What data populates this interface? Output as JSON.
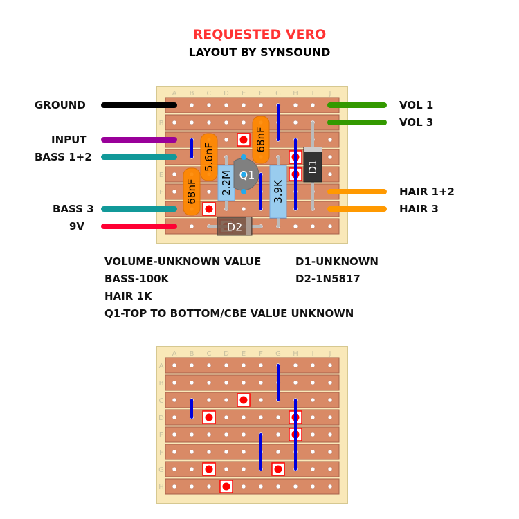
{
  "header": {
    "title": "REQUESTED VERO",
    "subtitle": "LAYOUT BY SYNSOUND"
  },
  "colors": {
    "board": "#f9e8b8",
    "board_border": "#d6c890",
    "strip": "#d98a66",
    "strip_border": "#a8604a",
    "hole": "#ffffff",
    "cut_marker": "#ff0000",
    "link": "#0000dd",
    "capacitor": "#ff8800",
    "resistor": "#99ccee",
    "transistor": "#808080",
    "transistor_pin": "#22aaee",
    "diode_d1": "#333333",
    "diode_d2": "#7a5a4a",
    "lead": "#bbbbbb",
    "wire_ground": "#000000",
    "wire_input": "#990099",
    "wire_bass": "#119999",
    "wire_9v": "#ff0033",
    "wire_vol": "#339900",
    "wire_hair": "#ff9900"
  },
  "board": {
    "columns": [
      "A",
      "B",
      "C",
      "D",
      "E",
      "F",
      "G",
      "H",
      "I",
      "J"
    ],
    "rows": [
      "A",
      "B",
      "C",
      "D",
      "E",
      "F",
      "G",
      "H"
    ]
  },
  "component_side": {
    "wires_left": [
      {
        "label": "GROUND",
        "row": "A",
        "color_key": "wire_ground"
      },
      {
        "label": "INPUT",
        "row": "C",
        "color_key": "wire_input"
      },
      {
        "label": "BASS 1+2",
        "row": "D",
        "color_key": "wire_bass"
      },
      {
        "label": "BASS 3",
        "row": "G",
        "color_key": "wire_bass"
      },
      {
        "label": "9V",
        "row": "H",
        "color_key": "wire_9v"
      }
    ],
    "wires_right": [
      {
        "label": "VOL 1",
        "row": "A",
        "color_key": "wire_vol"
      },
      {
        "label": "VOL 3",
        "row": "B",
        "color_key": "wire_vol"
      },
      {
        "label": "HAIR 1+2",
        "row": "F",
        "color_key": "wire_hair"
      },
      {
        "label": "HAIR 3",
        "row": "G",
        "color_key": "wire_hair"
      }
    ],
    "cuts": [
      [
        "E",
        "C"
      ],
      [
        "C",
        "G"
      ],
      [
        "H",
        "D"
      ],
      [
        "H",
        "E"
      ],
      [
        "G",
        "G"
      ],
      [
        "D",
        "H"
      ]
    ],
    "links": [
      [
        "G",
        "A",
        "G",
        "C"
      ],
      [
        "B",
        "C",
        "B",
        "D"
      ],
      [
        "H",
        "C",
        "H",
        "G"
      ],
      [
        "F",
        "E",
        "F",
        "G"
      ]
    ],
    "components": [
      {
        "ref": "5.6nF",
        "type": "capacitor",
        "from": [
          "C",
          "C"
        ],
        "to": [
          "C",
          "E"
        ]
      },
      {
        "ref": "68nF",
        "type": "capacitor",
        "from": [
          "F",
          "B"
        ],
        "to": [
          "F",
          "D"
        ]
      },
      {
        "ref": "68nF",
        "type": "capacitor",
        "from": [
          "B",
          "E"
        ],
        "to": [
          "B",
          "G"
        ]
      },
      {
        "ref": "2.2M",
        "type": "resistor",
        "from": [
          "D",
          "D"
        ],
        "to": [
          "D",
          "G"
        ]
      },
      {
        "ref": "3.9K",
        "type": "resistor",
        "from": [
          "G",
          "D"
        ],
        "to": [
          "G",
          "H"
        ]
      },
      {
        "ref": "Q1",
        "type": "transistor",
        "pins": [
          [
            "E",
            "D"
          ],
          [
            "E",
            "E"
          ],
          [
            "E",
            "F"
          ]
        ]
      },
      {
        "ref": "D1",
        "type": "diode",
        "from": [
          "I",
          "B"
        ],
        "to": [
          "I",
          "G"
        ]
      },
      {
        "ref": "D2",
        "type": "diode",
        "from": [
          "C",
          "H"
        ],
        "to": [
          "F",
          "H"
        ]
      }
    ]
  },
  "notes": {
    "left": [
      "VOLUME-UNKNOWN VALUE",
      "BASS-100K",
      "HAIR 1K",
      "Q1-TOP TO BOTTOM/CBE VALUE UNKNOWN"
    ],
    "right": [
      "D1-UNKNOWN",
      "D2-1N5817"
    ]
  },
  "strip_side": {
    "cuts": [
      [
        "E",
        "C"
      ],
      [
        "C",
        "D"
      ],
      [
        "H",
        "D"
      ],
      [
        "H",
        "E"
      ],
      [
        "C",
        "G"
      ],
      [
        "G",
        "G"
      ],
      [
        "D",
        "H"
      ]
    ],
    "links": [
      [
        "G",
        "A",
        "G",
        "C"
      ],
      [
        "B",
        "C",
        "B",
        "D"
      ],
      [
        "H",
        "C",
        "H",
        "G"
      ],
      [
        "F",
        "E",
        "F",
        "G"
      ]
    ]
  }
}
